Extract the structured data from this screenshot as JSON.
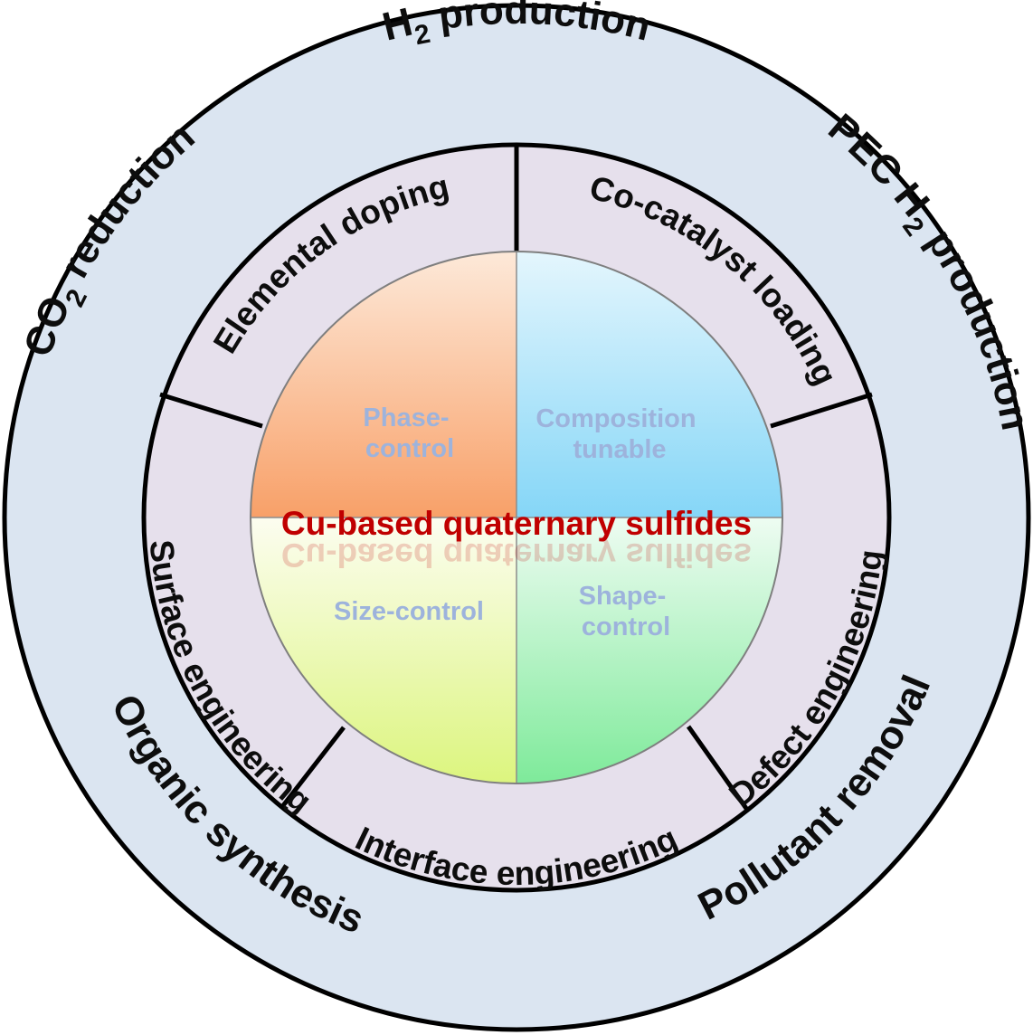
{
  "title": "Cu-based quaternary sulfides",
  "outer_ring": {
    "h2_production": {
      "prefix": "H",
      "sub": "2",
      "suffix": " production"
    },
    "pec_h2_production": {
      "prefix": "PEC H",
      "sub": "2",
      "suffix": " production"
    },
    "co2_reduction": {
      "prefix": "CO",
      "sub": "2",
      "suffix": " reduction"
    },
    "organic_synthesis": "Organic synthesis",
    "pollutant_removal": "Pollutant removal"
  },
  "middle_ring": {
    "elemental_doping": "Elemental doping",
    "co_catalyst_loading": "Co-catalyst loading",
    "surface_engineering": "Surface engineering",
    "defect_engineering": "Defect engineering",
    "interface_engineering": "Interface engineering"
  },
  "quadrants": {
    "phase_control": {
      "line1": "Phase-",
      "line2": "control"
    },
    "composition_tunable": {
      "line1": "Composition",
      "line2": "tunable"
    },
    "size_control": "Size-control",
    "shape_control": {
      "line1": "Shape-",
      "line2": "control"
    }
  },
  "colors": {
    "outer_ring": "#dbe5f1",
    "middle_ring": "#e6e0ec",
    "title": "#c00000",
    "quadrant_label": "#9db3dc"
  }
}
